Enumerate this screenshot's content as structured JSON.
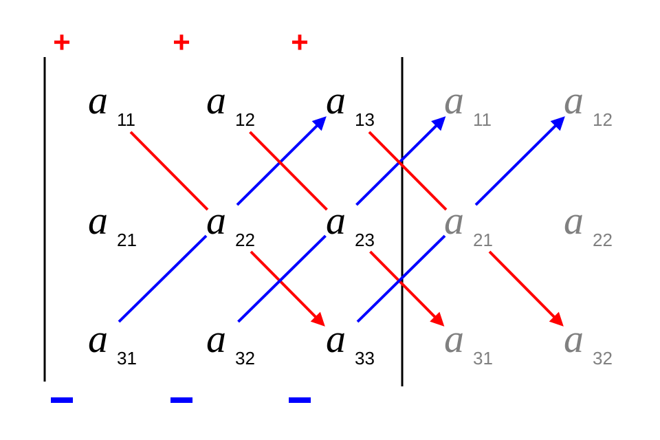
{
  "title": "Rule of Sarrus",
  "colors": {
    "main": "#000000",
    "repeat": "#808080",
    "positive": "#ff0000",
    "negative": "#0000ff"
  },
  "letter": "a",
  "matrix": [
    [
      "11",
      "12",
      "13"
    ],
    [
      "21",
      "22",
      "23"
    ],
    [
      "31",
      "32",
      "33"
    ]
  ],
  "repeated": [
    [
      "11",
      "12"
    ],
    [
      "21",
      "22"
    ],
    [
      "31",
      "32"
    ]
  ],
  "signs": {
    "plus": "+",
    "minus": "−"
  }
}
